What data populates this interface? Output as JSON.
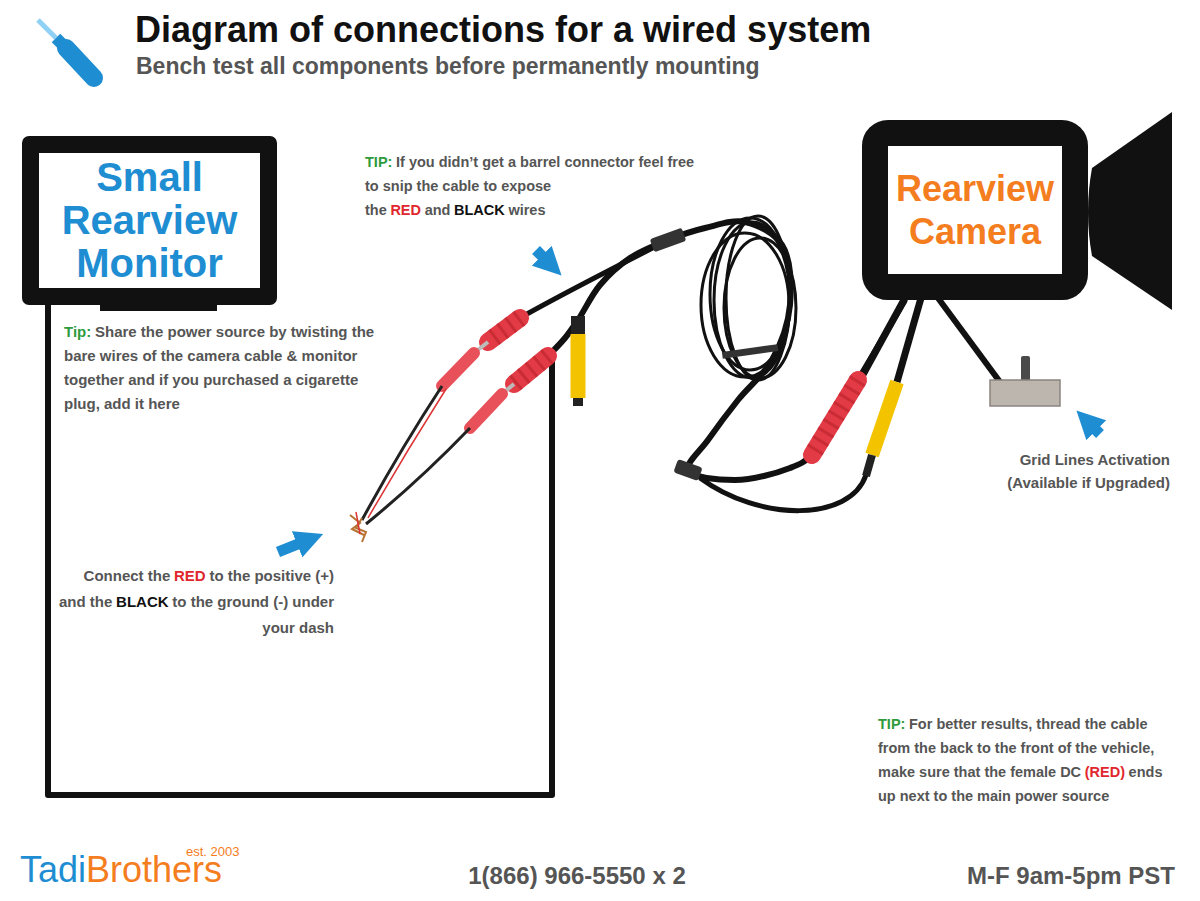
{
  "diagram": {
    "title": "Diagram of connections for a wired system",
    "caption": "Bench test all components before permanently mounting",
    "nodes": [
      {
        "text": [
          "Small Rearview Monitor"
        ]
      },
      {
        "text": [
          "Rearview Camera"
        ]
      }
    ],
    "edges": [
      {
        "from": 0,
        "to": 1,
        "arrow": "none"
      }
    ],
    "labels": [
      "TIP:",
      "If you didn’t get a barrel connector feel free to snip the cable to expose the",
      "RED",
      "and",
      "BLACK",
      "wires",
      "Tip:",
      "Share the power source by twisting the bare wires of the camera cable & monitor together and if you purchased a cigarette plug, add it here",
      "Connect the",
      "RED",
      "to the positive (+) and the",
      "BLACK",
      "to the ground (-) under your dash",
      "Grid Lines Activation",
      "(Available if Upgraded)",
      "TIP:",
      "For better results, thread the cable from the back to the front of the vehicle, make sure that the female DC",
      "(RED)",
      "ends up next to the main power source",
      "Tadi",
      "Brothers",
      "est. 2003",
      "1(866) 966-5550 x 2",
      "M-F 9am-5pm PST"
    ]
  }
}
